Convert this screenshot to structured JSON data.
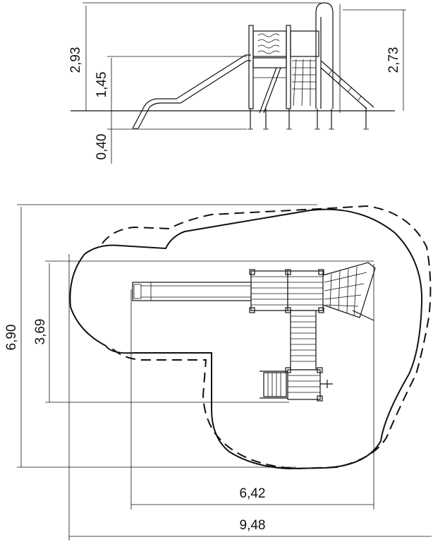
{
  "side_view": {
    "dims": {
      "total_height": "2,93",
      "platform_height": "1,45",
      "foundation_depth": "0,40",
      "rear_height": "2,73"
    }
  },
  "plan_view": {
    "dims": {
      "depth_total": "6,90",
      "depth_structure": "3,69",
      "width_structure": "6,42",
      "width_total": "9,48"
    }
  }
}
